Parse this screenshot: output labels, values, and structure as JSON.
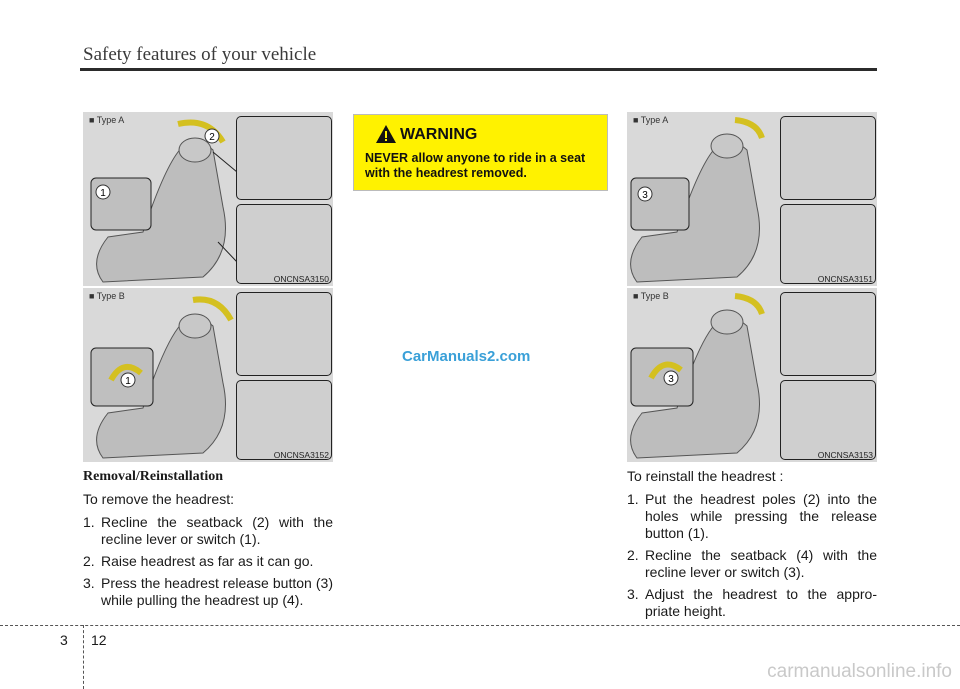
{
  "header": {
    "title": "Safety features of your vehicle"
  },
  "figures": {
    "top_left": {
      "type_label": "■ Type A",
      "code": "ONCNSA3150"
    },
    "bottom_left": {
      "type_label": "■ Type B",
      "code": "ONCNSA3152"
    },
    "top_right": {
      "type_label": "■ Type A",
      "code": "ONCNSA3151"
    },
    "bottom_right": {
      "type_label": "■ Type B",
      "code": "ONCNSA3153"
    }
  },
  "warning": {
    "title": "WARNING",
    "text": "NEVER allow anyone to ride in a seat with the headrest removed.",
    "color": "#fff200"
  },
  "watermark": "CarManuals2.com",
  "left_text": {
    "heading": "Removal/Reinstallation",
    "intro": "To remove the headrest:",
    "steps": [
      {
        "num": "1.",
        "text": "Recline the seatback (2) with the recline lever or switch (1)."
      },
      {
        "num": "2.",
        "text": "Raise headrest as far as it can go."
      },
      {
        "num": "3.",
        "text": "Press the headrest release button (3) while pulling the headrest up (4)."
      }
    ]
  },
  "right_text": {
    "intro": "To reinstall the headrest :",
    "steps": [
      {
        "num": "1.",
        "text": "Put the headrest poles (2) into the holes while pressing the release button (1)."
      },
      {
        "num": "2.",
        "text": "Recline the seatback (4) with the recline lever or switch (3)."
      },
      {
        "num": "3.",
        "text": "Adjust the headrest to the appro-priate height."
      }
    ]
  },
  "footer": {
    "chapter": "3",
    "page": "12",
    "site": "carmanualsonline.info"
  }
}
